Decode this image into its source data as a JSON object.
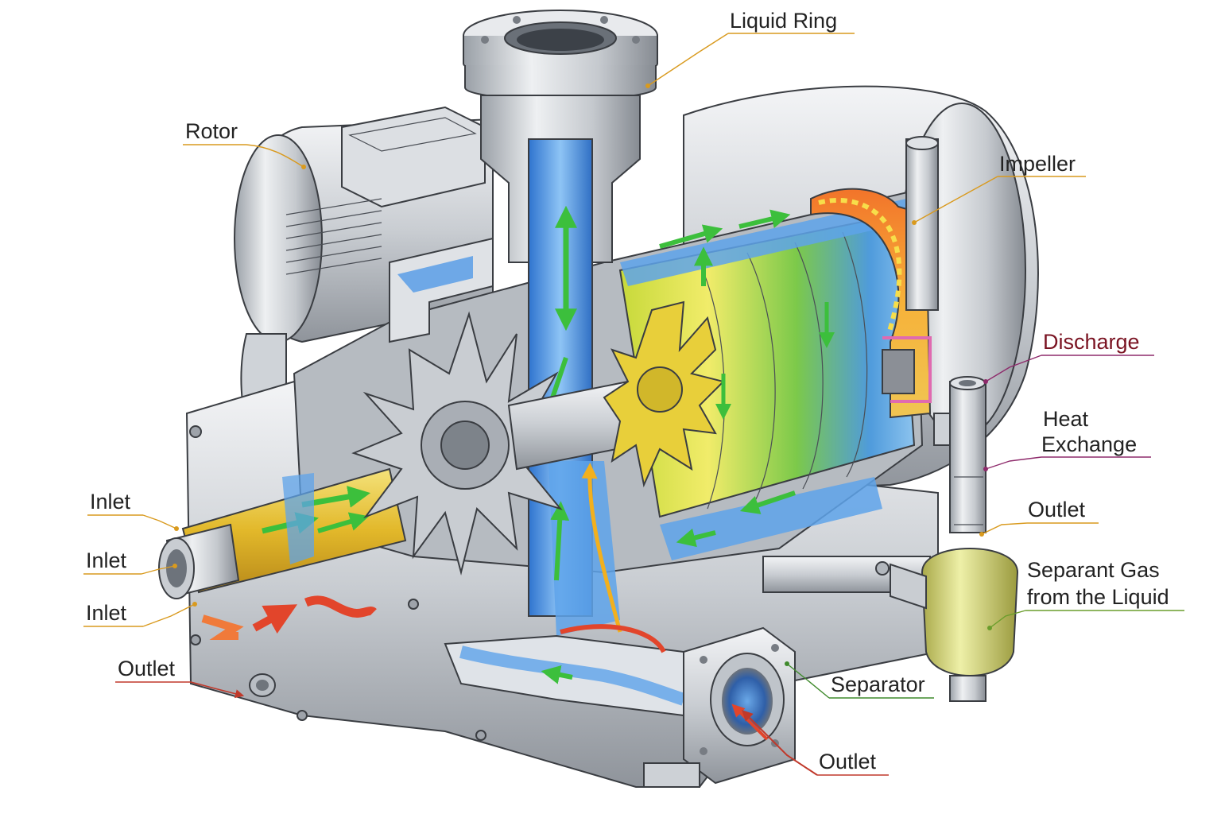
{
  "labels": {
    "liquid_ring": "Liquid Ring",
    "rotor": "Rotor",
    "impeller": "Impeller",
    "discharge": "Discharge",
    "heat_exchange_line1": "Heat",
    "heat_exchange_line2": "Exchange",
    "outlet_right": "Outlet",
    "separant_gas_line1": "Separant Gas",
    "separant_gas_line2": "from the Liquid",
    "separator": "Separator",
    "outlet_bottom": "Outlet",
    "inlet_1": "Inlet",
    "inlet_2": "Inlet",
    "inlet_3": "Inlet",
    "outlet_left": "Outlet"
  },
  "colors": {
    "label_text": "#222222",
    "discharge_text": "#7a1322",
    "leader_orange": "#d99a1e",
    "leader_red": "#c0392b",
    "leader_magenta": "#8e2a6b",
    "leader_green": "#3f8a2c",
    "leader_green_light": "#6a9d2b",
    "metal_light": "#e6e8eb",
    "metal_mid": "#c3c7cd",
    "metal_dark": "#8d9299",
    "liquid_blue": "#4f93e0",
    "flow_green": "#3cbf3c",
    "impeller_yellow": "#e8d23a",
    "heat_orange": "#f39a2a",
    "heat_red": "#e2452b"
  }
}
